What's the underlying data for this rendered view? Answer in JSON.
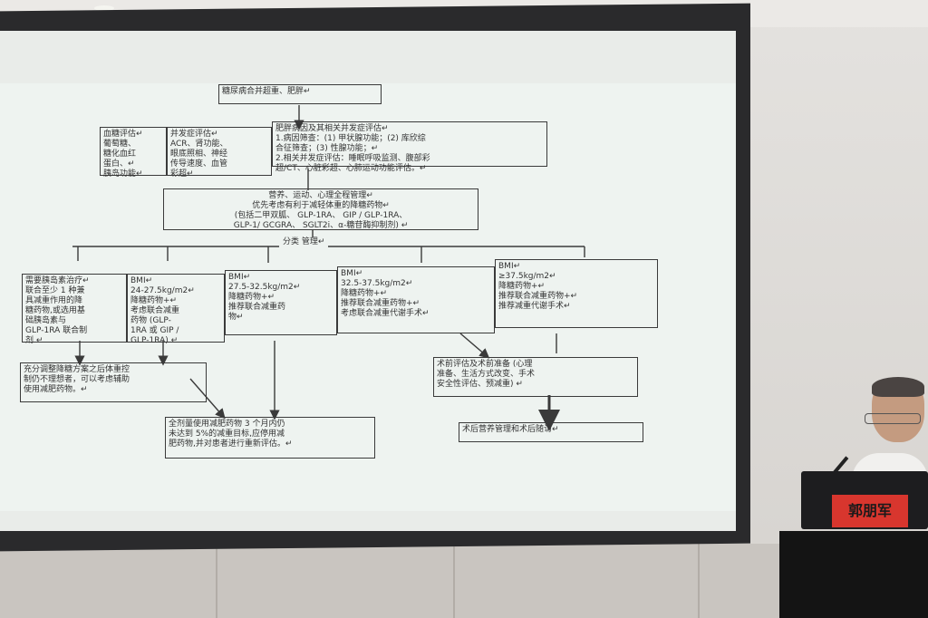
{
  "slide": {
    "title": "糖尿病合并超重、肥胖↵",
    "eval_glucose": "血糖评估↵\n葡萄糖、\n糖化血红\n蛋白、↵\n胰岛功能↵",
    "eval_comp": "并发症评估↵\nACR、肾功能、\n眼底照相、神经\n传导速度、血管\n彩超↵",
    "eval_obesity": "肥胖病因及其相关并发症评估↵\n1.病因筛查：(1) 甲状腺功能；(2) 库欣综\n合征筛查；(3) 性腺功能；↵\n2.相关并发症评估：睡眠呼吸监测、腹部彩\n超/CT、心脏彩超、心肺运动功能评估。↵",
    "mgmt": "营养、运动、心理全程管理↵\n优先考虑有利于减轻体重的降糖药物↵\n(包括二甲双胍、 GLP-1RA、 GIP / GLP-1RA、\nGLP-1/ GCGRA、 SGLT2i、α-糖苷酶抑制剂) ↵",
    "classify": "分类 管理↵",
    "col1": "需要胰岛素治疗↵\n联合至少 1 种兼\n具减重作用的降\n糖药物,或选用基\n础胰岛素与\nGLP-1RA 联合制\n剂 ↵",
    "col2": "BMI↵\n24-27.5kg/m2↵\n降糖药物+↵\n考虑联合减重\n药物 (GLP-\n1RA 或 GIP /\nGLP-1RA) ↵",
    "col3": "BMI↵\n27.5-32.5kg/m2↵\n降糖药物+↵\n推荐联合减重药\n物↵",
    "col4": "BMI↵\n32.5-37.5kg/m2↵\n降糖药物+↵\n推荐联合减重药物+↵\n考虑联合减重代谢手术↵",
    "col5": "BMI↵\n≥37.5kg/m2↵\n降糖药物+↵\n推荐联合减重药物+↵\n推荐减重代谢手术↵",
    "adjust": "充分调整降糖方案之后体重控\n制仍不理想者，可以考虑辅助\n使用减肥药物。↵",
    "full_dose": "全剂量使用减肥药物 3 个月内仍\n未达到 5%的减重目标,应停用减\n肥药物,并对患者进行重新评估。↵",
    "preop": "术前评估及术前准备 (心理\n准备、生活方式改变、手术\n安全性评估、预减重) ↵",
    "postop": "术后营养管理和术后随访↵"
  },
  "speaker": {
    "name": "郭朋军"
  }
}
